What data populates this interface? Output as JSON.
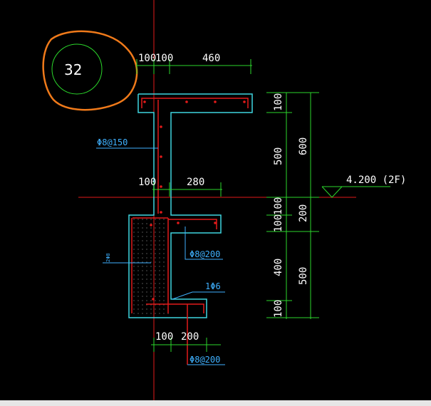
{
  "drawing": {
    "marker_number": "32",
    "elevation_label": "4.200 (2F)",
    "top_dims": {
      "a": "100",
      "b": "100",
      "c": "460"
    },
    "mid_dims": {
      "a": "100",
      "b": "280"
    },
    "bottom_dims": {
      "a": "100",
      "b": "200"
    },
    "right_dims_inner": [
      "100",
      "500",
      "100",
      "100",
      "400",
      "100"
    ],
    "right_dims_outer": [
      "600",
      "200",
      "500"
    ],
    "rebar_labels": {
      "upper": "Φ8@150",
      "middle": "Φ8@200",
      "single": "1Φ6",
      "bottom": "Φ8@200",
      "side_small": "2Φ8"
    }
  }
}
